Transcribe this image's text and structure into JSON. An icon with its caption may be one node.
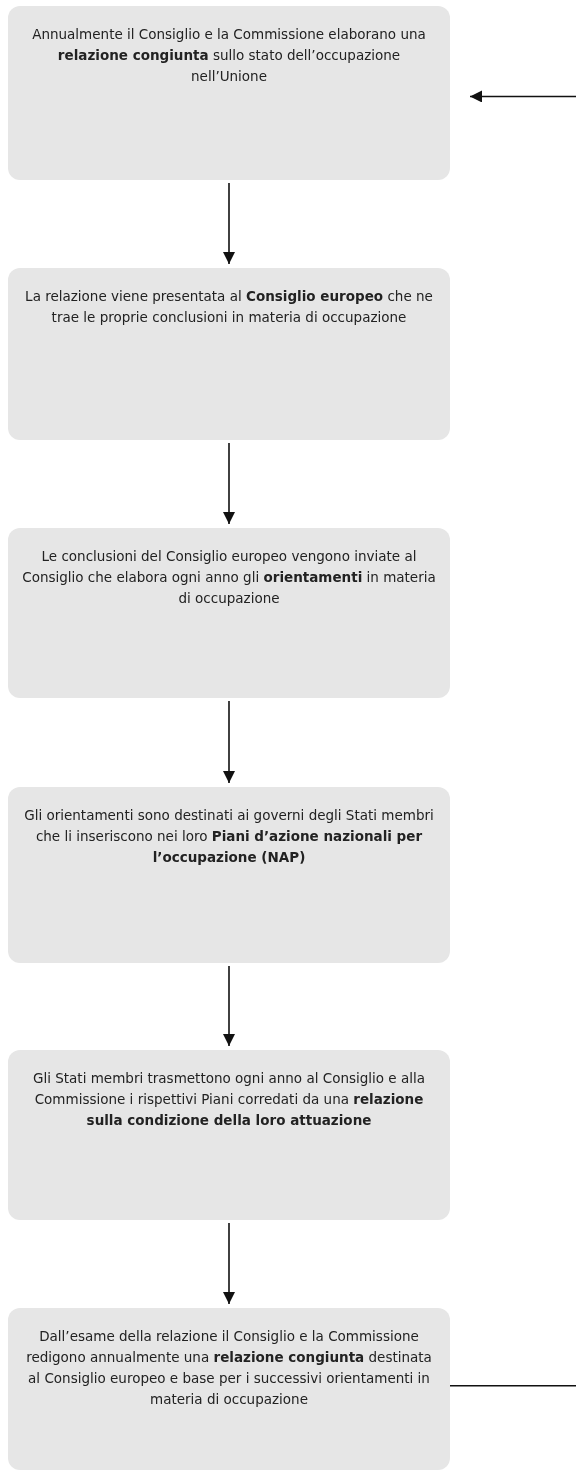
{
  "diagram": {
    "nodes": [
      {
        "text": [
          "Annualmente il Consiglio e la Commissione elaborano una **relazione congiunta** sullo stato dell’occupazione nell’Unione"
        ]
      },
      {
        "text": [
          "La relazione viene presentata al **Consiglio europeo** che ne trae le proprie conclusioni in materia di occupazione"
        ]
      },
      {
        "text": [
          "Le conclusioni del Consiglio europeo vengono inviate al Consiglio che elabora ogni anno gli **orientamenti** in materia di occupazione"
        ]
      },
      {
        "text": [
          "Gli orientamenti sono destinati ai governi degli Stati membri che li inseriscono nei loro **Piani d’azione nazionali per l’occupazione (NAP)**"
        ]
      },
      {
        "text": [
          "Gli Stati membri trasmettono ogni anno al Consiglio e alla Commissione i rispettivi Piani corredati da una **relazione sulla condizione della loro attuazione**"
        ]
      },
      {
        "text": [
          "Dall’esame della relazione il Consiglio e la Commissione redigono annualmente una **relazione congiunta** destinata al Consiglio europeo e base per i successivi orientamenti in materia di occupazione"
        ]
      }
    ],
    "edges": [
      {
        "from": 0,
        "to": 1,
        "arrow": "to"
      },
      {
        "from": 1,
        "to": 2,
        "arrow": "to"
      },
      {
        "from": 2,
        "to": 3,
        "arrow": "to"
      },
      {
        "from": 3,
        "to": 4,
        "arrow": "to"
      },
      {
        "from": 4,
        "to": 5,
        "arrow": "to"
      },
      {
        "from": 5,
        "to": null,
        "arrow": "none"
      },
      {
        "from": null,
        "to": 0,
        "arrow": "to"
      }
    ]
  }
}
